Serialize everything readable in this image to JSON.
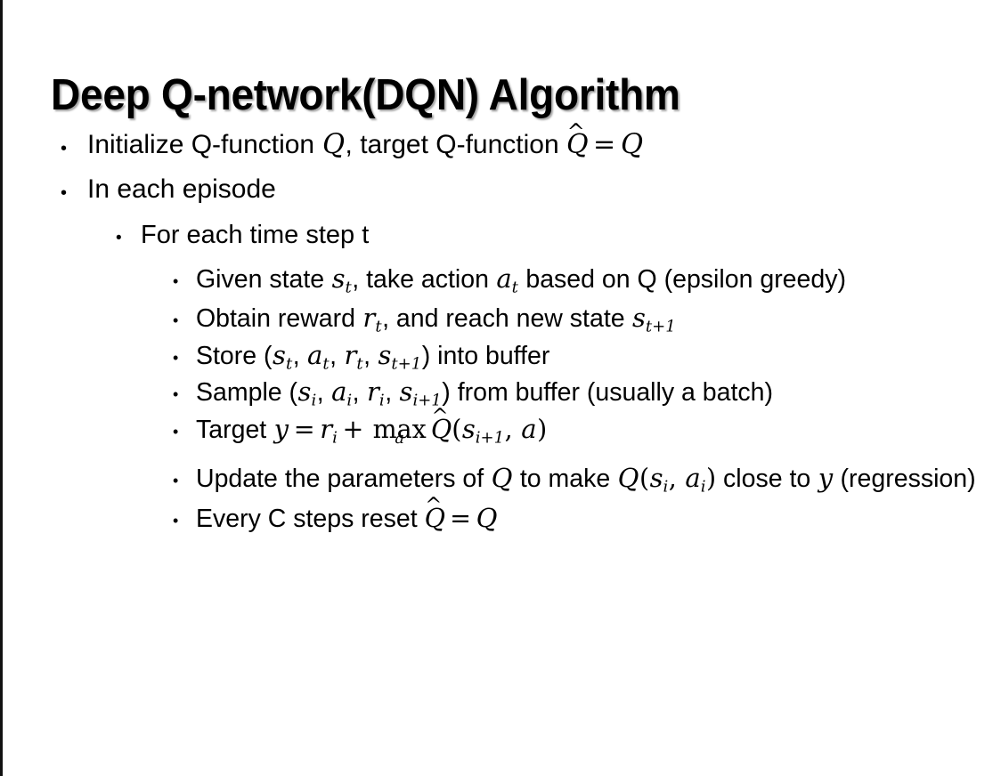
{
  "slide": {
    "title": "Deep Q-network(DQN) Algorithm",
    "background_color": "#ffffff",
    "text_color": "#000000",
    "edge_accent_color": "#111111",
    "bullet_glyph": "•"
  },
  "content": {
    "l1_initialize": {
      "pre": "Initialize Q-function ",
      "var_q1": "Q",
      "mid": ", target Q-function ",
      "hat": "^",
      "var_qhat": "Q",
      "eq": "=",
      "var_q2": "Q"
    },
    "l1_each_episode": "In each episode",
    "l2_time_step": "For each time step t",
    "l3_given_state": {
      "pre": "Given state ",
      "var_s": "s",
      "sub_s": "t",
      "mid": ", take action ",
      "var_a": "a",
      "sub_a": "t",
      "post": " based on Q (epsilon greedy)"
    },
    "l3_obtain_reward": {
      "pre": "Obtain reward ",
      "var_r": "r",
      "sub_r": "t",
      "mid": ", and reach new state ",
      "var_s": "s",
      "sub_s": "t+1"
    },
    "l3_store": {
      "pre": "Store (",
      "var_s": "s",
      "sub_s": "t",
      "c1": ", ",
      "var_a": "a",
      "sub_a": "t",
      "c2": ", ",
      "var_r": "r",
      "sub_r": "t",
      "c3": ", ",
      "var_s2": "s",
      "sub_s2": "t+1",
      "post": ") into buffer"
    },
    "l3_sample": {
      "pre": "Sample (",
      "var_s": "s",
      "sub_s": "i",
      "c1": ", ",
      "var_a": "a",
      "sub_a": "i",
      "c2": ", ",
      "var_r": "r",
      "sub_r": "i",
      "c3": ", ",
      "var_s2": "s",
      "sub_s2": "i+1",
      "post": ") from buffer (usually a batch)"
    },
    "l3_target": {
      "pre": "Target ",
      "var_y": "y",
      "eq": "=",
      "var_r": "r",
      "sub_r": "i",
      "plus": "+",
      "max_op": "max",
      "max_sub": "a",
      "hat": "^",
      "var_qhat": "Q",
      "open": "(",
      "var_s": "s",
      "sub_s": "i+1",
      "comma": ", ",
      "var_a": "a",
      "close": ")"
    },
    "l3_update": {
      "pre": "Update the parameters of ",
      "var_q1": "Q",
      "mid": " to make ",
      "var_q2": "Q",
      "open": "(",
      "var_s": "s",
      "sub_s": "i",
      "comma": ", ",
      "var_a": "a",
      "sub_a": "i",
      "close": ")",
      "post": " close to ",
      "var_y": "y",
      "tail": " (regression)"
    },
    "l3_reset": {
      "pre": "Every C steps reset ",
      "hat": "^",
      "var_qhat": "Q",
      "eq": "=",
      "var_q": "Q"
    }
  }
}
